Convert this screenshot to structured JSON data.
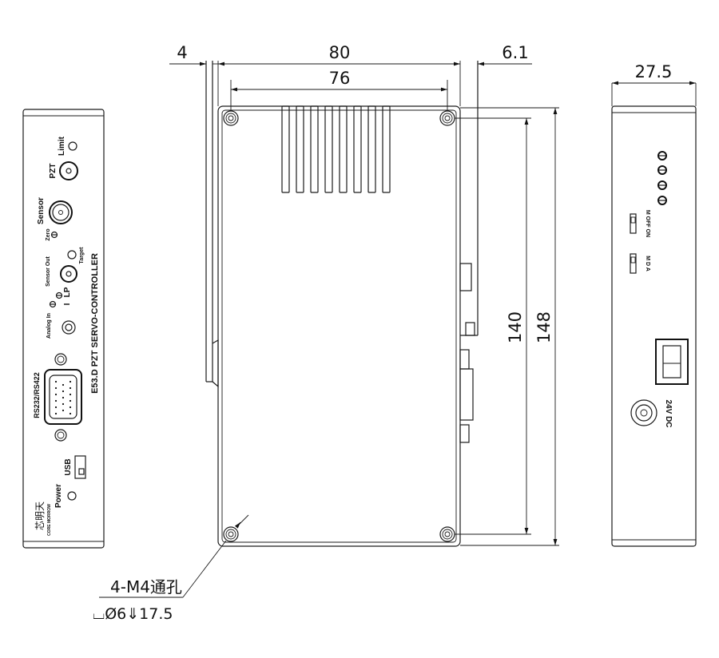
{
  "dimensions": {
    "width_total": "80",
    "width_inner": "76",
    "offset_left": "4",
    "offset_right": "6.1",
    "depth": "27.5",
    "height_inner": "140",
    "height_total": "148"
  },
  "hole_note": {
    "line1": "4-M4通孔",
    "line2": "⌴Ø6⇓17.5"
  },
  "front_panel": {
    "title": "E53.D PZT SERVO-CONTROLLER",
    "limit": "Limit",
    "pzt": "PZT",
    "sensor": "Sensor",
    "zero": "Zero",
    "target": "Target",
    "sensor_out": "Sensor Out",
    "lp": "LP",
    "i": "I",
    "analog_in": "Analog In",
    "rs": "RS232/RS422",
    "usb": "USB",
    "power": "Power",
    "brand": "芯明天",
    "brand_sub": "CORE MORROW"
  },
  "rear_panel": {
    "sw1": "M OFF ON",
    "sw2": "M D A",
    "dc": "24V DC"
  }
}
